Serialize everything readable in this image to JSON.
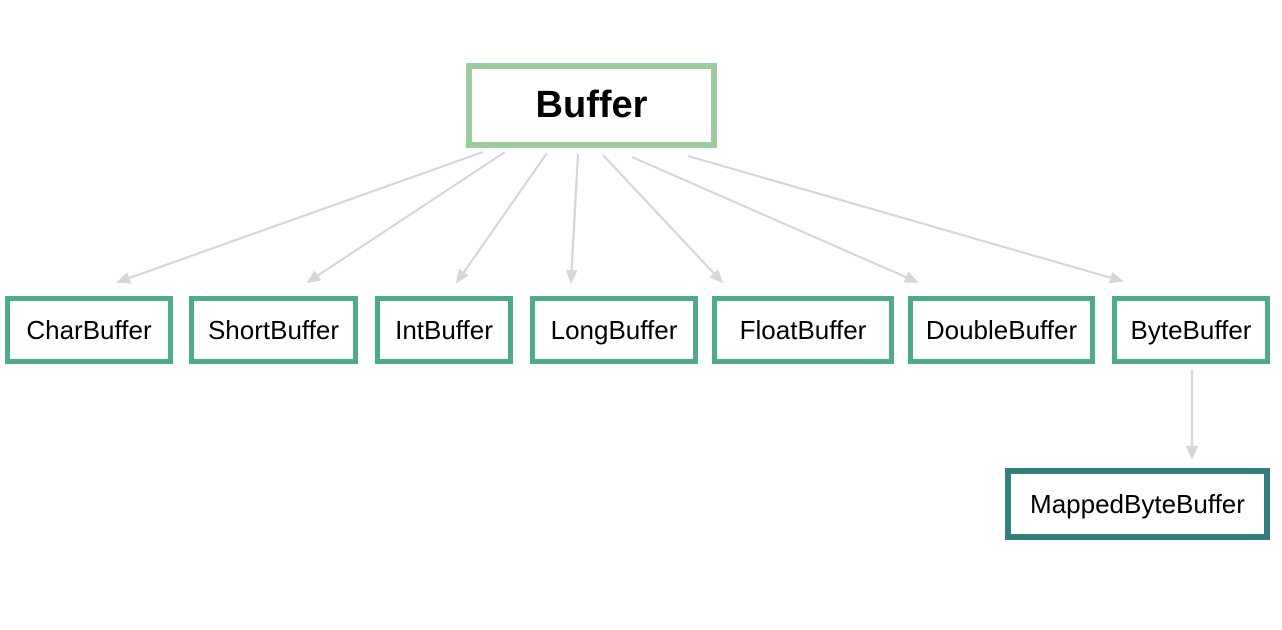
{
  "diagram": {
    "root": {
      "label": "Buffer"
    },
    "children": [
      {
        "label": "CharBuffer"
      },
      {
        "label": "ShortBuffer"
      },
      {
        "label": "IntBuffer"
      },
      {
        "label": "LongBuffer"
      },
      {
        "label": "FloatBuffer"
      },
      {
        "label": "DoubleBuffer"
      },
      {
        "label": "ByteBuffer"
      }
    ],
    "descendant": {
      "label": "MappedByteBuffer",
      "parent": "ByteBuffer"
    },
    "edges": [
      {
        "from": "Buffer",
        "to": "CharBuffer"
      },
      {
        "from": "Buffer",
        "to": "ShortBuffer"
      },
      {
        "from": "Buffer",
        "to": "IntBuffer"
      },
      {
        "from": "Buffer",
        "to": "LongBuffer"
      },
      {
        "from": "Buffer",
        "to": "FloatBuffer"
      },
      {
        "from": "Buffer",
        "to": "DoubleBuffer"
      },
      {
        "from": "Buffer",
        "to": "ByteBuffer"
      },
      {
        "from": "ByteBuffer",
        "to": "MappedByteBuffer"
      }
    ],
    "colors": {
      "root_border": "#9ccc9e",
      "child_border": "#4dab89",
      "descendant_border": "#337f80",
      "arrow": "#d6d6d6",
      "text": "#000000",
      "background": "#ffffff"
    }
  }
}
